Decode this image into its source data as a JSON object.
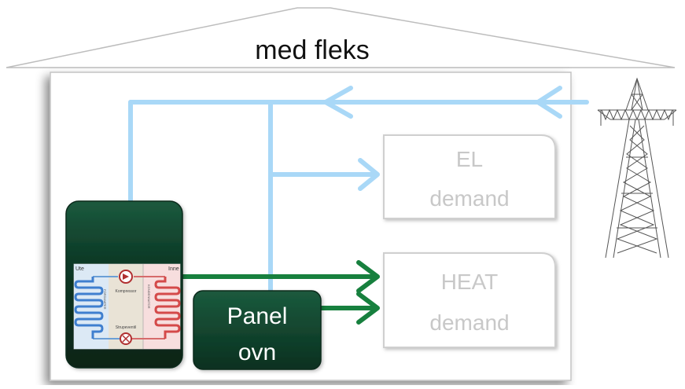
{
  "roof_label": "med fleks",
  "boxes": {
    "el": {
      "line1": "EL",
      "line2": "demand"
    },
    "heat": {
      "line1": "HEAT",
      "line2": "demand"
    },
    "panel": {
      "line1": "Panel",
      "line2": "ovn"
    }
  },
  "heat_pump_diagram": {
    "outside_label": "Ute",
    "inside_label": "Inne",
    "compressor_label": "Kompressor",
    "expansion_label": "Strupeventil",
    "evaporator_label": "FORDAMPER",
    "condenser_label": "KONDENSATOR"
  },
  "colors": {
    "electric_line": "#a9d8f7",
    "heat_line": "#17803e",
    "dark_green": "#0e3b28",
    "box_text": "#c8c8c8",
    "box_border": "#cfcfcf"
  }
}
